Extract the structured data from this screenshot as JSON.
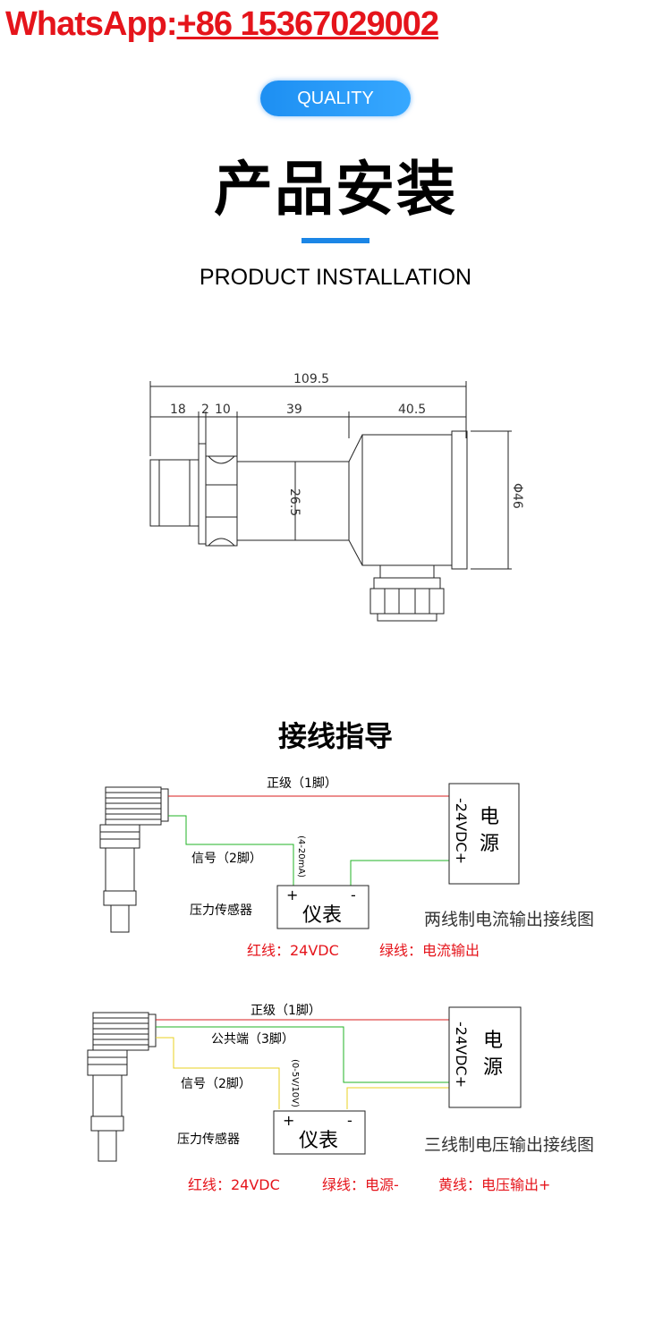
{
  "header": {
    "whatsapp_label": "WhatsApp:",
    "whatsapp_number": "+86 15367029002",
    "badge": "QUALITY",
    "title_cn": "产品安装",
    "title_en": "PRODUCT INSTALLATION"
  },
  "dimensions": {
    "overall": "109.5",
    "d1": "18",
    "d2": "2",
    "d3": "10",
    "d4": "39",
    "d5": "40.5",
    "body_dia": "26.5",
    "head_dia": "Φ46"
  },
  "wiring": {
    "title": "接线指导",
    "two_wire": {
      "positive": "正级（1脚）",
      "signal": "信号（2脚）",
      "range": "(4-20mA)",
      "sensor": "压力传感器",
      "meter": "仪表",
      "plus": "+",
      "minus": "-",
      "supply_voltage": "-24VDC+",
      "supply_1": "电",
      "supply_2": "源",
      "caption": "两线制电流输出接线图",
      "legend_red": "红线：24VDC",
      "legend_green": "绿线：电流输出"
    },
    "three_wire": {
      "positive": "正级（1脚）",
      "common": "公共端（3脚）",
      "signal": "信号（2脚）",
      "range": "(0-5V/10V)",
      "sensor": "压力传感器",
      "meter": "仪表",
      "plus": "+",
      "minus": "-",
      "supply_voltage": "-24VDC+",
      "supply_1": "电",
      "supply_2": "源",
      "caption": "三线制电压输出接线图",
      "legend_red": "红线：24VDC",
      "legend_green": "绿线：电源-",
      "legend_yellow": "黄线：电压输出+"
    }
  },
  "colors": {
    "red_wire": "#d81e1e",
    "green_wire": "#22b324",
    "yellow_wire": "#e8d020",
    "accent_blue": "#1b86e6",
    "legend_red": "#e5141b"
  }
}
